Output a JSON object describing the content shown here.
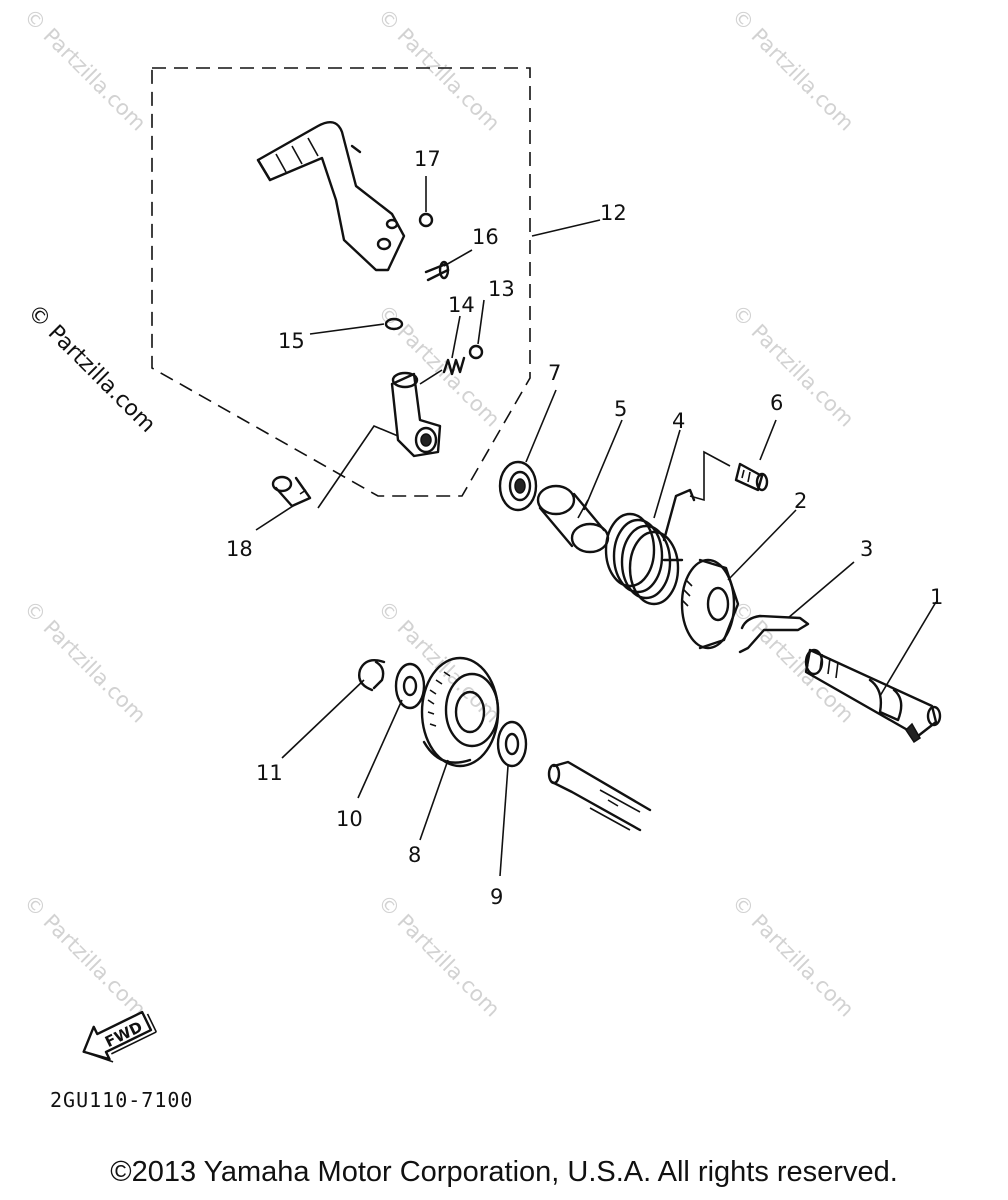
{
  "watermark": "© Partzilla.com",
  "side_watermark": "© Partzilla.com",
  "diagram_code": "2GU110-7100",
  "fwd_label": "FWD",
  "footer": "©2013 Yamaha Motor Corporation, U.S.A. All rights reserved.",
  "callouts": [
    "1",
    "2",
    "3",
    "4",
    "5",
    "6",
    "7",
    "8",
    "9",
    "10",
    "11",
    "12",
    "13",
    "14",
    "15",
    "16",
    "17",
    "18"
  ]
}
